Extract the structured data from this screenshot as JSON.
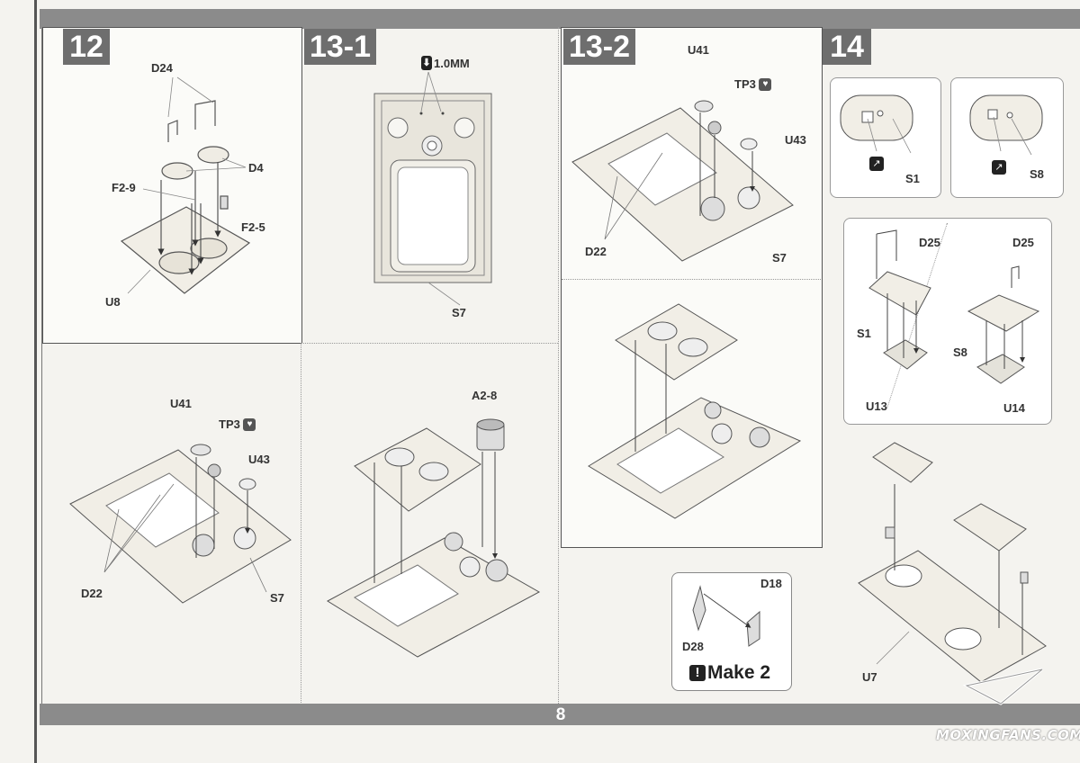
{
  "page_number": "8",
  "watermark": "MOXINGFANS.COM",
  "steps": {
    "s12": "12",
    "s13_1": "13-1",
    "s13_2": "13-2",
    "s14": "14"
  },
  "labels": {
    "step12": {
      "d24": "D24",
      "d4": "D4",
      "f2_9": "F2-9",
      "f2_5": "F2-5",
      "u8": "U8"
    },
    "step13_1": {
      "drill": "1.0MM",
      "s7": "S7"
    },
    "step13_1_lower": {
      "u41": "U41",
      "tp3": "TP3",
      "u43": "U43",
      "d22": "D22",
      "s7": "S7"
    },
    "step13_1_right": {
      "a2_8": "A2-8"
    },
    "step13_2": {
      "u41": "U41",
      "tp3": "TP3",
      "u43": "U43",
      "d22": "D22",
      "s7": "S7"
    },
    "make2": {
      "d18": "D18",
      "d28": "D28",
      "text": "Make 2"
    },
    "step14": {
      "s1": "S1",
      "s8": "S8",
      "d25a": "D25",
      "d25b": "D25",
      "s1b": "S1",
      "s8b": "S8",
      "u13": "U13",
      "u14": "U14",
      "u7": "U7"
    }
  },
  "icons": [
    "drill-icon",
    "photo-etch-icon",
    "bend-icon",
    "warning-icon"
  ]
}
